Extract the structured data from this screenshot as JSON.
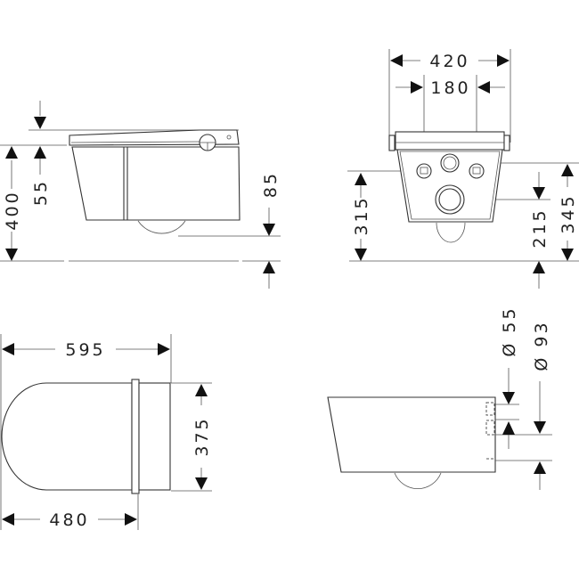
{
  "drawing": {
    "subject": "Wall-hung toilet dimension drawing",
    "units": "mm",
    "colors": {
      "line": "#333333",
      "arrow": "#111111",
      "text": "#222222",
      "background": "#ffffff"
    }
  },
  "views": {
    "side_view": {
      "label": "side-elevation",
      "dimensions": {
        "overall_height": "400",
        "seat_height": "55",
        "outlet_height": "85"
      }
    },
    "front_view": {
      "label": "rear-elevation",
      "dimensions": {
        "overall_width": "420",
        "water_inlet_spacing": "180",
        "inlet_height": "315",
        "outlet_height": "215",
        "supply_height": "345"
      }
    },
    "top_view": {
      "label": "plan-view",
      "dimensions": {
        "overall_length": "595",
        "projection": "480",
        "width": "375"
      }
    },
    "detail_view": {
      "label": "outlet-detail",
      "dimensions": {
        "supply_diameter": "Ø 55",
        "outlet_diameter": "Ø 93"
      }
    }
  }
}
